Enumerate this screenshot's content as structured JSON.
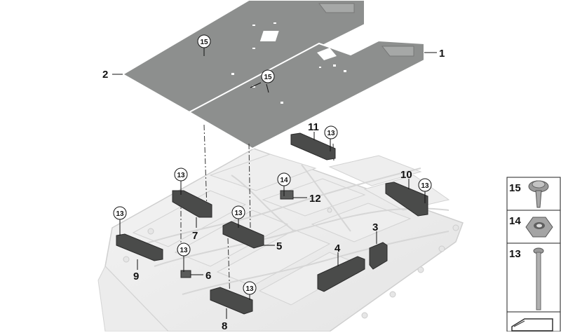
{
  "diagram": {
    "callouts": {
      "c1": "1",
      "c2": "2",
      "c3": "3",
      "c4": "4",
      "c5": "5",
      "c6": "6",
      "c7": "7",
      "c8": "8",
      "c9": "9",
      "c10": "10",
      "c11": "11",
      "c12": "12"
    },
    "circled": {
      "a": "15",
      "b": "15",
      "c": "13",
      "d": "13",
      "e": "14",
      "f": "13",
      "g": "13",
      "h": "13",
      "i": "13",
      "j": "13"
    },
    "parts_panel": [
      {
        "number": "15",
        "icon": "flange-bolt-icon"
      },
      {
        "number": "14",
        "icon": "hex-nut-icon"
      },
      {
        "number": "13",
        "icon": "long-bolt-icon"
      },
      {
        "number": "",
        "icon": "tag-label-icon"
      }
    ]
  }
}
